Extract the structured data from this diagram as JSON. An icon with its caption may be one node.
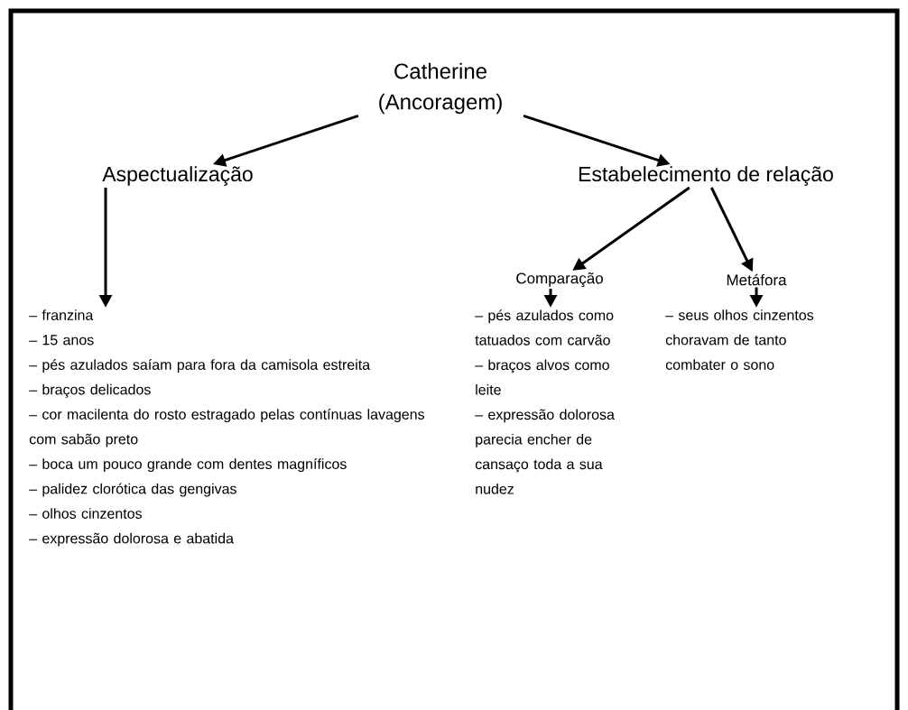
{
  "diagram": {
    "nodes": [
      {
        "text": [
          "Catherine (Ancoragem)"
        ]
      },
      {
        "text": [
          "Aspectualização"
        ]
      },
      {
        "text": [
          "Estabelecimento de relação"
        ]
      },
      {
        "text": [
          "Comparação"
        ]
      },
      {
        "text": [
          "Metáfora"
        ]
      },
      {
        "text": [
          "– franzina",
          "– 15 anos",
          "– pés azulados saíam para fora da camisola estreita",
          "– braços delicados",
          "– cor macilenta do rosto estragado pelas contínuas lavagens com sabão preto",
          "– boca um pouco grande com dentes magníficos",
          "– palidez clorótica das gengivas",
          "– olhos cinzentos",
          "– expressão dolorosa e abatida"
        ]
      },
      {
        "text": [
          "– pés azulados como tatuados com carvão",
          "– braços alvos como leite",
          "– expressão dolorosa parecia encher de cansaço toda a sua nudez"
        ]
      },
      {
        "text": [
          "– seus olhos cinzentos choravam de tanto combater o sono"
        ]
      }
    ],
    "edges": [
      {
        "from": 0,
        "to": 1,
        "arrow": "to"
      },
      {
        "from": 0,
        "to": 2,
        "arrow": "to"
      },
      {
        "from": 1,
        "to": 5,
        "arrow": "to"
      },
      {
        "from": 2,
        "to": 3,
        "arrow": "to"
      },
      {
        "from": 2,
        "to": 4,
        "arrow": "to"
      },
      {
        "from": 3,
        "to": 6,
        "arrow": "to"
      },
      {
        "from": 4,
        "to": 7,
        "arrow": "to"
      }
    ]
  }
}
